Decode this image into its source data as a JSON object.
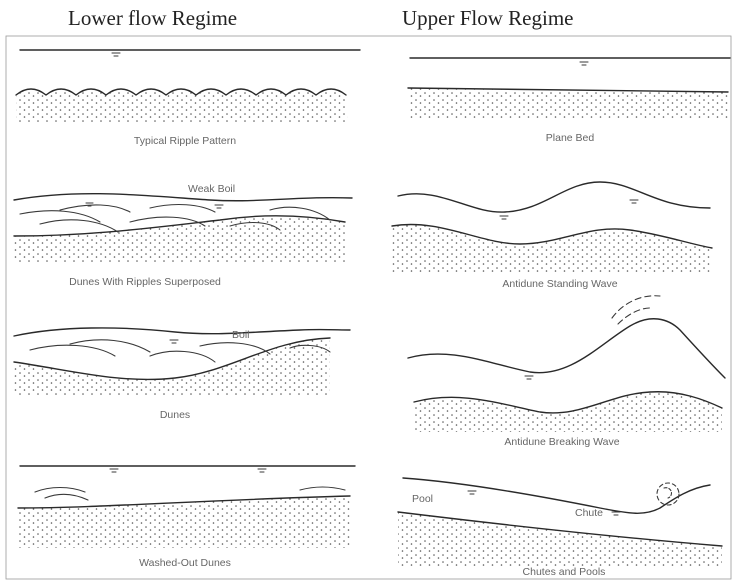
{
  "headers": {
    "left": "Lower flow Regime",
    "right": "Upper Flow Regime"
  },
  "panels": {
    "typical_ripple": "Typical Ripple Pattern",
    "dunes_ripples": "Dunes With Ripples Superposed",
    "weak_boil": "Weak Boil",
    "dunes": "Dunes",
    "boil": "Boil",
    "washed_out": "Washed-Out Dunes",
    "plane_bed": "Plane Bed",
    "antidune_standing": "Antidune Standing Wave",
    "antidune_breaking": "Antidune Breaking Wave",
    "chutes_pools": "Chutes and Pools",
    "pool": "Pool",
    "chute": "Chute"
  }
}
